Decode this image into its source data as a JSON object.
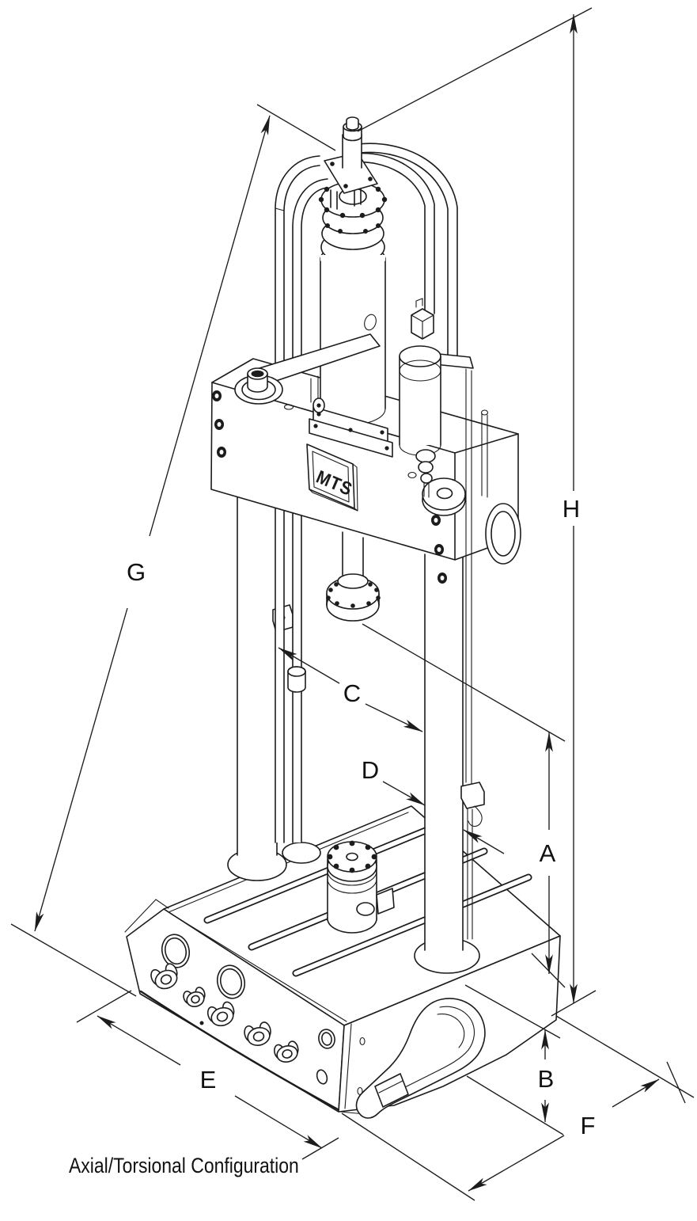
{
  "canvas": {
    "background": "#ffffff",
    "ink": "#1c1c1c"
  },
  "figure": {
    "caption": "Axial/Torsional Configuration",
    "brand_plate": "MTS",
    "dimension_labels": {
      "A": "A",
      "B": "B",
      "C": "C",
      "D": "D",
      "E": "E",
      "F": "F",
      "G": "G",
      "H": "H"
    }
  }
}
